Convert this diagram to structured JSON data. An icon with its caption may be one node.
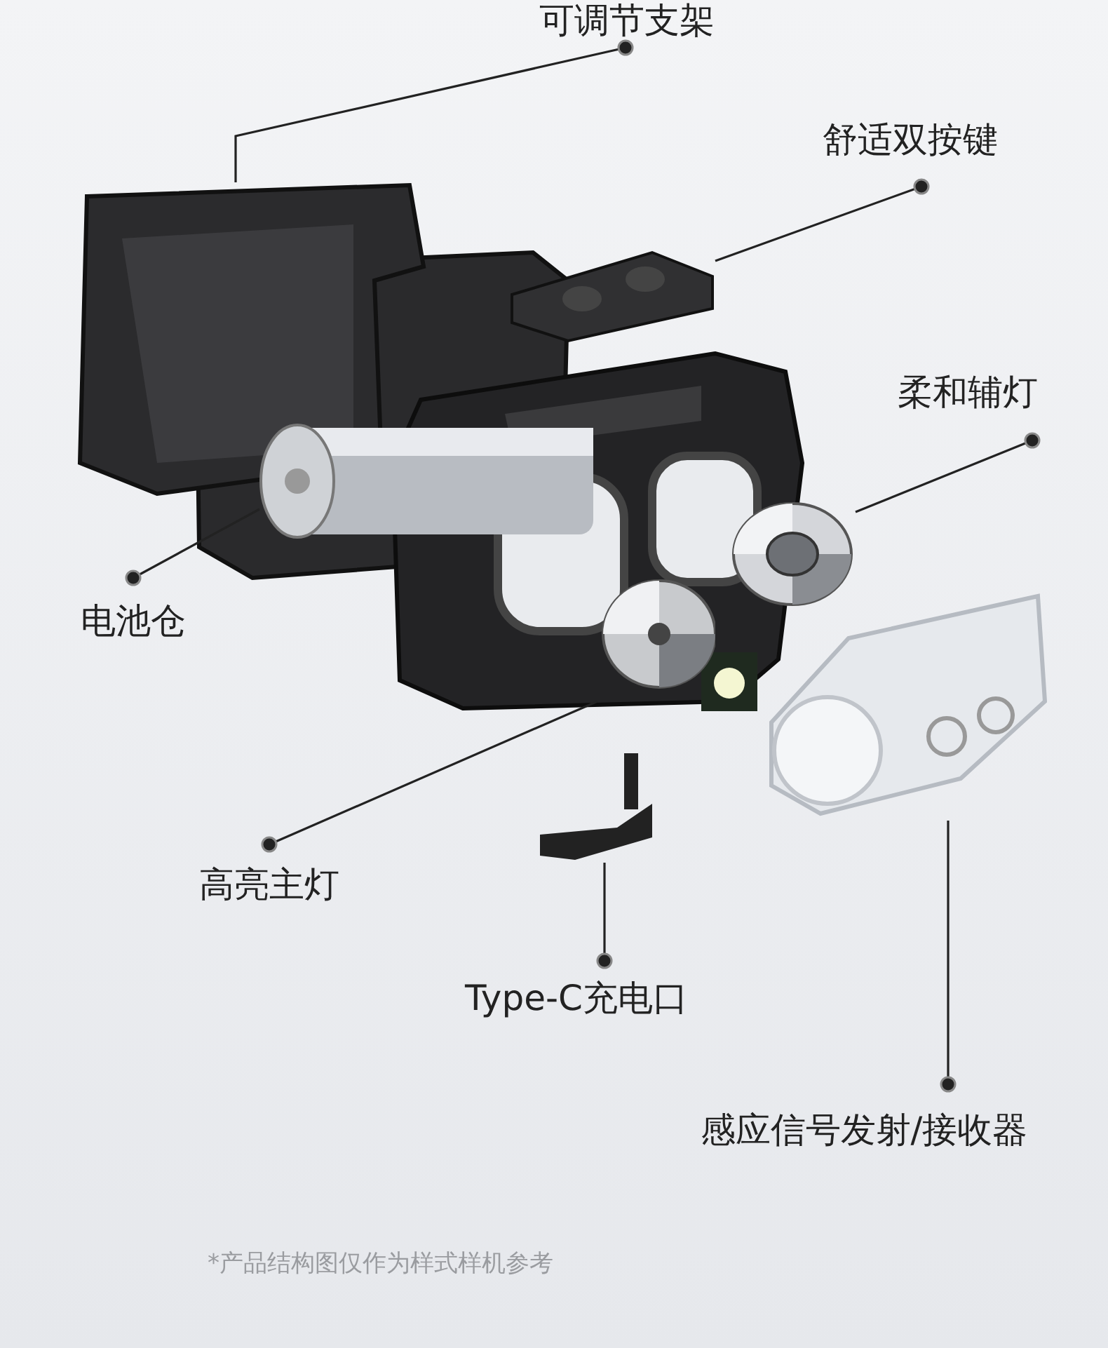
{
  "diagram": {
    "nodes": [
      {
        "text": [
          "可调节支架"
        ]
      },
      {
        "text": [],
        "shape": "picture"
      },
      {
        "text": [
          "舒适双按键"
        ]
      },
      {
        "text": [],
        "shape": "picture"
      },
      {
        "text": [
          "柔和辅灯"
        ]
      },
      {
        "text": [],
        "shape": "picture"
      },
      {
        "text": [
          "电池仓"
        ]
      },
      {
        "text": [],
        "shape": "picture"
      },
      {
        "text": [
          "高亮主灯"
        ]
      },
      {
        "text": [],
        "shape": "picture"
      },
      {
        "text": [
          "Type-C充电口"
        ]
      },
      {
        "text": [],
        "shape": "picture"
      },
      {
        "text": [
          "感应信号发射/接收器"
        ]
      },
      {
        "text": [],
        "shape": "picture"
      }
    ],
    "edges": [
      {
        "from": 0,
        "to": 1,
        "arrow": "other"
      },
      {
        "from": 2,
        "to": 3,
        "arrow": "other"
      },
      {
        "from": 4,
        "to": 5,
        "arrow": "other"
      },
      {
        "from": 6,
        "to": 7,
        "arrow": "other"
      },
      {
        "from": 8,
        "to": 9,
        "arrow": "other"
      },
      {
        "from": 10,
        "to": 11,
        "arrow": "other"
      },
      {
        "from": 12,
        "to": 13,
        "arrow": "other"
      }
    ],
    "labels": [
      "*产品结构图仅作为样式样机参考"
    ]
  }
}
